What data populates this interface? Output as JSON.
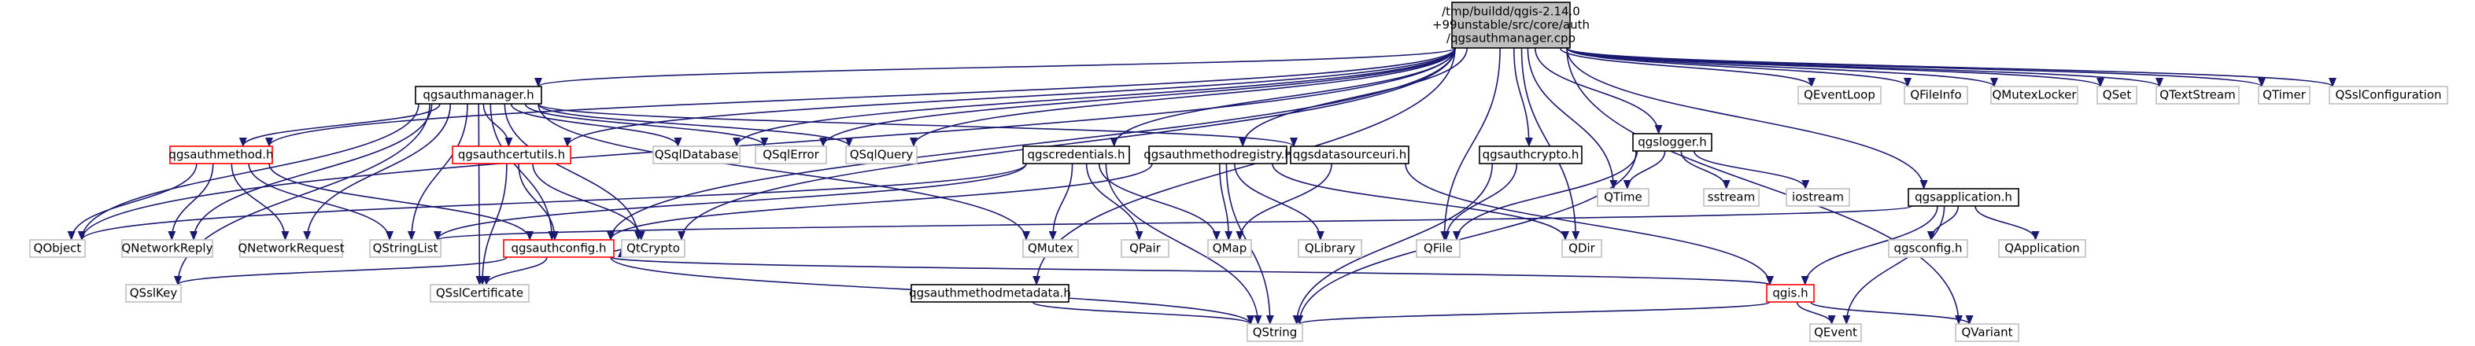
{
  "colors": {
    "edge": "#191970",
    "root_fill": "#bfbfbf",
    "root_stroke": "#000000",
    "documented_stroke": "#000000",
    "undocumented_stroke": "#bfbfbf",
    "incomplete_stroke": "#ff0000",
    "external_text": "#404040"
  },
  "nodes": [
    {
      "id": "root",
      "lines": [
        "/tmp/buildd/qgis-2.14.0",
        "+99unstable/src/core/auth",
        "/qgsauthmanager.cpp"
      ],
      "kind": "root"
    },
    {
      "id": "qgsauthmanager_h",
      "lines": [
        "qgsauthmanager.h"
      ],
      "kind": "documented"
    },
    {
      "id": "qgsauthmethod_h",
      "lines": [
        "qgsauthmethod.h"
      ],
      "kind": "incomplete"
    },
    {
      "id": "qgsauthcertutils_h",
      "lines": [
        "qgsauthcertutils.h"
      ],
      "kind": "incomplete"
    },
    {
      "id": "qgsauthconfig_h",
      "lines": [
        "qgsauthconfig.h"
      ],
      "kind": "incomplete"
    },
    {
      "id": "qgscredentials_h",
      "lines": [
        "qgscredentials.h"
      ],
      "kind": "documented"
    },
    {
      "id": "qgsauthmethodregistry_h",
      "lines": [
        "qgsauthmethodregistry.h"
      ],
      "kind": "documented"
    },
    {
      "id": "qgsdatasourceuri_h",
      "lines": [
        "qgsdatasourceuri.h"
      ],
      "kind": "documented"
    },
    {
      "id": "qgsauthcrypto_h",
      "lines": [
        "qgsauthcrypto.h"
      ],
      "kind": "documented"
    },
    {
      "id": "qgslogger_h",
      "lines": [
        "qgslogger.h"
      ],
      "kind": "documented"
    },
    {
      "id": "qgsapplication_h",
      "lines": [
        "qgsapplication.h"
      ],
      "kind": "documented"
    },
    {
      "id": "qgsauthmethodmetadata_h",
      "lines": [
        "qgsauthmethodmetadata.h"
      ],
      "kind": "documented"
    },
    {
      "id": "qgis_h",
      "lines": [
        "qgis.h"
      ],
      "kind": "incomplete"
    },
    {
      "id": "QObject",
      "lines": [
        "QObject"
      ],
      "kind": "undocumented"
    },
    {
      "id": "QNetworkReply",
      "lines": [
        "QNetworkReply"
      ],
      "kind": "undocumented"
    },
    {
      "id": "QNetworkRequest",
      "lines": [
        "QNetworkRequest"
      ],
      "kind": "undocumented"
    },
    {
      "id": "QStringList",
      "lines": [
        "QStringList"
      ],
      "kind": "undocumented"
    },
    {
      "id": "QtCrypto",
      "lines": [
        "QtCrypto"
      ],
      "kind": "undocumented"
    },
    {
      "id": "QSqlDatabase",
      "lines": [
        "QSqlDatabase"
      ],
      "kind": "undocumented"
    },
    {
      "id": "QSqlError",
      "lines": [
        "QSqlError"
      ],
      "kind": "undocumented"
    },
    {
      "id": "QSqlQuery",
      "lines": [
        "QSqlQuery"
      ],
      "kind": "undocumented"
    },
    {
      "id": "QSslKey",
      "lines": [
        "QSslKey"
      ],
      "kind": "undocumented"
    },
    {
      "id": "QSslCertificate",
      "lines": [
        "QSslCertificate"
      ],
      "kind": "undocumented"
    },
    {
      "id": "QMutex",
      "lines": [
        "QMutex"
      ],
      "kind": "undocumented"
    },
    {
      "id": "QPair",
      "lines": [
        "QPair"
      ],
      "kind": "undocumented"
    },
    {
      "id": "QMap",
      "lines": [
        "QMap"
      ],
      "kind": "undocumented"
    },
    {
      "id": "QLibrary",
      "lines": [
        "QLibrary"
      ],
      "kind": "undocumented"
    },
    {
      "id": "QFile",
      "lines": [
        "QFile"
      ],
      "kind": "undocumented"
    },
    {
      "id": "QDir",
      "lines": [
        "QDir"
      ],
      "kind": "undocumented"
    },
    {
      "id": "QTime",
      "lines": [
        "QTime"
      ],
      "kind": "undocumented"
    },
    {
      "id": "sstream",
      "lines": [
        "sstream"
      ],
      "kind": "undocumented"
    },
    {
      "id": "iostream",
      "lines": [
        "iostream"
      ],
      "kind": "undocumented"
    },
    {
      "id": "qgsconfig_h",
      "lines": [
        "qgsconfig.h"
      ],
      "kind": "undocumented"
    },
    {
      "id": "QApplication",
      "lines": [
        "QApplication"
      ],
      "kind": "undocumented"
    },
    {
      "id": "QEvent",
      "lines": [
        "QEvent"
      ],
      "kind": "undocumented"
    },
    {
      "id": "QVariant",
      "lines": [
        "QVariant"
      ],
      "kind": "undocumented"
    },
    {
      "id": "QString",
      "lines": [
        "QString"
      ],
      "kind": "undocumented"
    },
    {
      "id": "QEventLoop",
      "lines": [
        "QEventLoop"
      ],
      "kind": "undocumented"
    },
    {
      "id": "QFileInfo",
      "lines": [
        "QFileInfo"
      ],
      "kind": "undocumented"
    },
    {
      "id": "QMutexLocker",
      "lines": [
        "QMutexLocker"
      ],
      "kind": "undocumented"
    },
    {
      "id": "QSet",
      "lines": [
        "QSet"
      ],
      "kind": "undocumented"
    },
    {
      "id": "QTextStream",
      "lines": [
        "QTextStream"
      ],
      "kind": "undocumented"
    },
    {
      "id": "QTimer",
      "lines": [
        "QTimer"
      ],
      "kind": "undocumented"
    },
    {
      "id": "QSslConfiguration",
      "lines": [
        "QSslConfiguration"
      ],
      "kind": "undocumented"
    }
  ],
  "edges": [
    [
      "root",
      "qgsauthmanager_h"
    ],
    [
      "root",
      "qgsauthmethod_h"
    ],
    [
      "root",
      "qgsauthcertutils_h"
    ],
    [
      "root",
      "qgsauthconfig_h"
    ],
    [
      "root",
      "qgscredentials_h"
    ],
    [
      "root",
      "qgsauthmethodregistry_h"
    ],
    [
      "root",
      "qgsauthcrypto_h"
    ],
    [
      "root",
      "qgslogger_h"
    ],
    [
      "root",
      "qgsapplication_h"
    ],
    [
      "root",
      "qgsauthmethodmetadata_h"
    ],
    [
      "root",
      "QObject"
    ],
    [
      "root",
      "QSqlDatabase"
    ],
    [
      "root",
      "QSqlError"
    ],
    [
      "root",
      "QSqlQuery"
    ],
    [
      "root",
      "QtCrypto"
    ],
    [
      "root",
      "QFile"
    ],
    [
      "root",
      "QDir"
    ],
    [
      "root",
      "QTime"
    ],
    [
      "root",
      "QVariant"
    ],
    [
      "root",
      "QEventLoop"
    ],
    [
      "root",
      "QFileInfo"
    ],
    [
      "root",
      "QMutexLocker"
    ],
    [
      "root",
      "QSet"
    ],
    [
      "root",
      "QTextStream"
    ],
    [
      "root",
      "QTimer"
    ],
    [
      "root",
      "QSslConfiguration"
    ],
    [
      "qgsauthmanager_h",
      "QObject"
    ],
    [
      "qgsauthmanager_h",
      "QNetworkReply"
    ],
    [
      "qgsauthmanager_h",
      "QNetworkRequest"
    ],
    [
      "qgsauthmanager_h",
      "QStringList"
    ],
    [
      "qgsauthmanager_h",
      "QtCrypto"
    ],
    [
      "qgsauthmanager_h",
      "QSqlDatabase"
    ],
    [
      "qgsauthmanager_h",
      "QSqlError"
    ],
    [
      "qgsauthmanager_h",
      "QSqlQuery"
    ],
    [
      "qgsauthmanager_h",
      "QSslKey"
    ],
    [
      "qgsauthmanager_h",
      "QSslCertificate"
    ],
    [
      "qgsauthmanager_h",
      "QMutex"
    ],
    [
      "qgsauthmanager_h",
      "qgsauthmethod_h"
    ],
    [
      "qgsauthmanager_h",
      "qgsauthcertutils_h"
    ],
    [
      "qgsauthmanager_h",
      "qgsauthconfig_h"
    ],
    [
      "qgsauthmanager_h",
      "qgsdatasourceuri_h"
    ],
    [
      "qgsauthmethod_h",
      "QObject"
    ],
    [
      "qgsauthmethod_h",
      "QNetworkReply"
    ],
    [
      "qgsauthmethod_h",
      "QNetworkRequest"
    ],
    [
      "qgsauthmethod_h",
      "QStringList"
    ],
    [
      "qgsauthmethod_h",
      "qgsauthconfig_h"
    ],
    [
      "qgsauthcertutils_h",
      "QSslCertificate"
    ],
    [
      "qgsauthcertutils_h",
      "QtCrypto"
    ],
    [
      "qgsauthcertutils_h",
      "qgsauthconfig_h"
    ],
    [
      "qgsauthconfig_h",
      "QSslKey"
    ],
    [
      "qgsauthconfig_h",
      "QSslCertificate"
    ],
    [
      "qgsauthconfig_h",
      "QtCrypto"
    ],
    [
      "qgsauthconfig_h",
      "qgis_h"
    ],
    [
      "qgsauthconfig_h",
      "QString"
    ],
    [
      "qgscredentials_h",
      "QStringList"
    ],
    [
      "qgscredentials_h",
      "QMutex"
    ],
    [
      "qgscredentials_h",
      "QPair"
    ],
    [
      "qgscredentials_h",
      "QMap"
    ],
    [
      "qgscredentials_h",
      "QString"
    ],
    [
      "qgscredentials_h",
      "QObject"
    ],
    [
      "qgsauthmethodregistry_h",
      "QMap"
    ],
    [
      "qgsauthmethodregistry_h",
      "QLibrary"
    ],
    [
      "qgsauthmethodregistry_h",
      "QString"
    ],
    [
      "qgsauthmethodregistry_h",
      "QDir"
    ],
    [
      "qgsauthmethodregistry_h",
      "qgsauthconfig_h"
    ],
    [
      "qgsdatasourceuri_h",
      "qgis_h"
    ],
    [
      "qgsdatasourceuri_h",
      "QMap"
    ],
    [
      "qgsauthcrypto_h",
      "QFile"
    ],
    [
      "qgsauthcrypto_h",
      "QString"
    ],
    [
      "qgslogger_h",
      "QTime"
    ],
    [
      "qgslogger_h",
      "sstream"
    ],
    [
      "qgslogger_h",
      "iostream"
    ],
    [
      "qgslogger_h",
      "QFile"
    ],
    [
      "qgslogger_h",
      "QString"
    ],
    [
      "qgsapplication_h",
      "QApplication"
    ],
    [
      "qgsapplication_h",
      "QEvent"
    ],
    [
      "qgsapplication_h",
      "QStringList"
    ],
    [
      "qgsapplication_h",
      "qgis_h"
    ],
    [
      "qgsapplication_h",
      "qgsconfig_h"
    ],
    [
      "qgsauthmethodmetadata_h",
      "QString"
    ],
    [
      "qgis_h",
      "QEvent"
    ],
    [
      "qgis_h",
      "QString"
    ],
    [
      "qgis_h",
      "QVariant"
    ]
  ]
}
